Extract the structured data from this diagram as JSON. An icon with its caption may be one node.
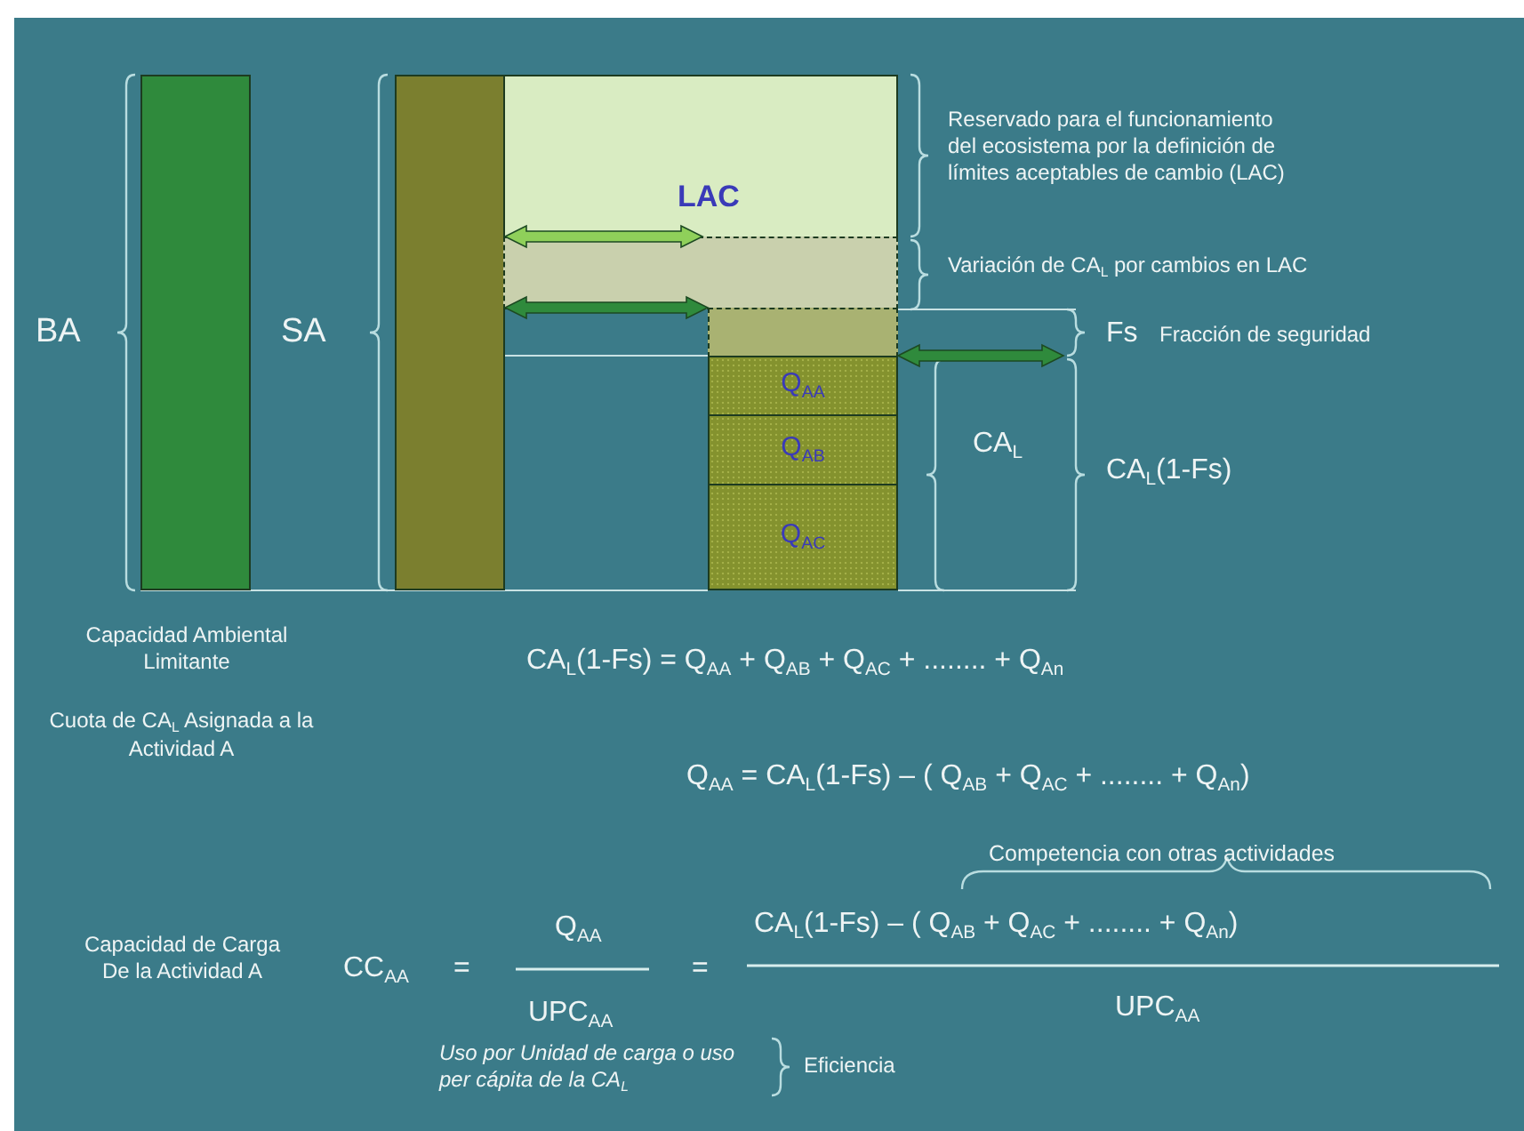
{
  "diagram": {
    "nodes": [
      {
        "text": [],
        "shape": "bar"
      },
      {
        "text": [],
        "shape": "bar"
      },
      {
        "text": [
          "LAC"
        ]
      },
      {
        "text": [],
        "shape": "box"
      },
      {
        "text": [],
        "shape": "box"
      },
      {
        "text": [
          "Q$_{AA}$"
        ]
      },
      {
        "text": [
          "Q$_{AB}$"
        ]
      },
      {
        "text": [
          "Q$_{AC}$"
        ]
      }
    ],
    "edges": [
      {
        "from": 1,
        "to": null,
        "arrow": "both",
        "style": "thick",
        "color": "#8fd05a"
      },
      {
        "from": 1,
        "to": 4,
        "arrow": "both",
        "style": "thick"
      },
      {
        "from": 5,
        "to": null,
        "arrow": "both",
        "style": "thick"
      }
    ],
    "labels": [
      "BA",
      "SA",
      "Reservado para el funcionamiento del ecosistema por la definición de límites aceptables de cambio (LAC)",
      "Variación de CA$_{L}$ por cambios en LAC",
      "Fs",
      "Fracción de seguridad",
      "CA$_{L}$",
      "CA$_{L}$(1-Fs)",
      "Capacidad Ambiental Limitante",
      "CA$_{L}$(1-Fs)  =  Q$_{AA}$ +  Q$_{AB}$ + Q$_{AC}$ +  ........  +  Q$_{An}$",
      "Cuota de CA$_{L}$ Asignada a la Actividad A",
      "Q$_{AA}$ = CA$_{L}$(1-Fs) – ( Q$_{AB}$ + Q$_{AC}$ + ........ + Q$_{An}$)",
      "Competencia con otras actividades",
      "Capacidad de Carga De la Actividad A",
      "CC$_{AA}$",
      "=",
      "Q$_{AA}$",
      "UPC$_{AA}$",
      "=",
      "CA$_{L}$(1-Fs) – ( Q$_{AB}$ + Q$_{AC}$ + ........ + Q$_{An}$)",
      "UPC$_{AA}$",
      "Uso por Unidad de carga o uso per cápita de la CA$_{L}$",
      "Eficiencia"
    ]
  }
}
